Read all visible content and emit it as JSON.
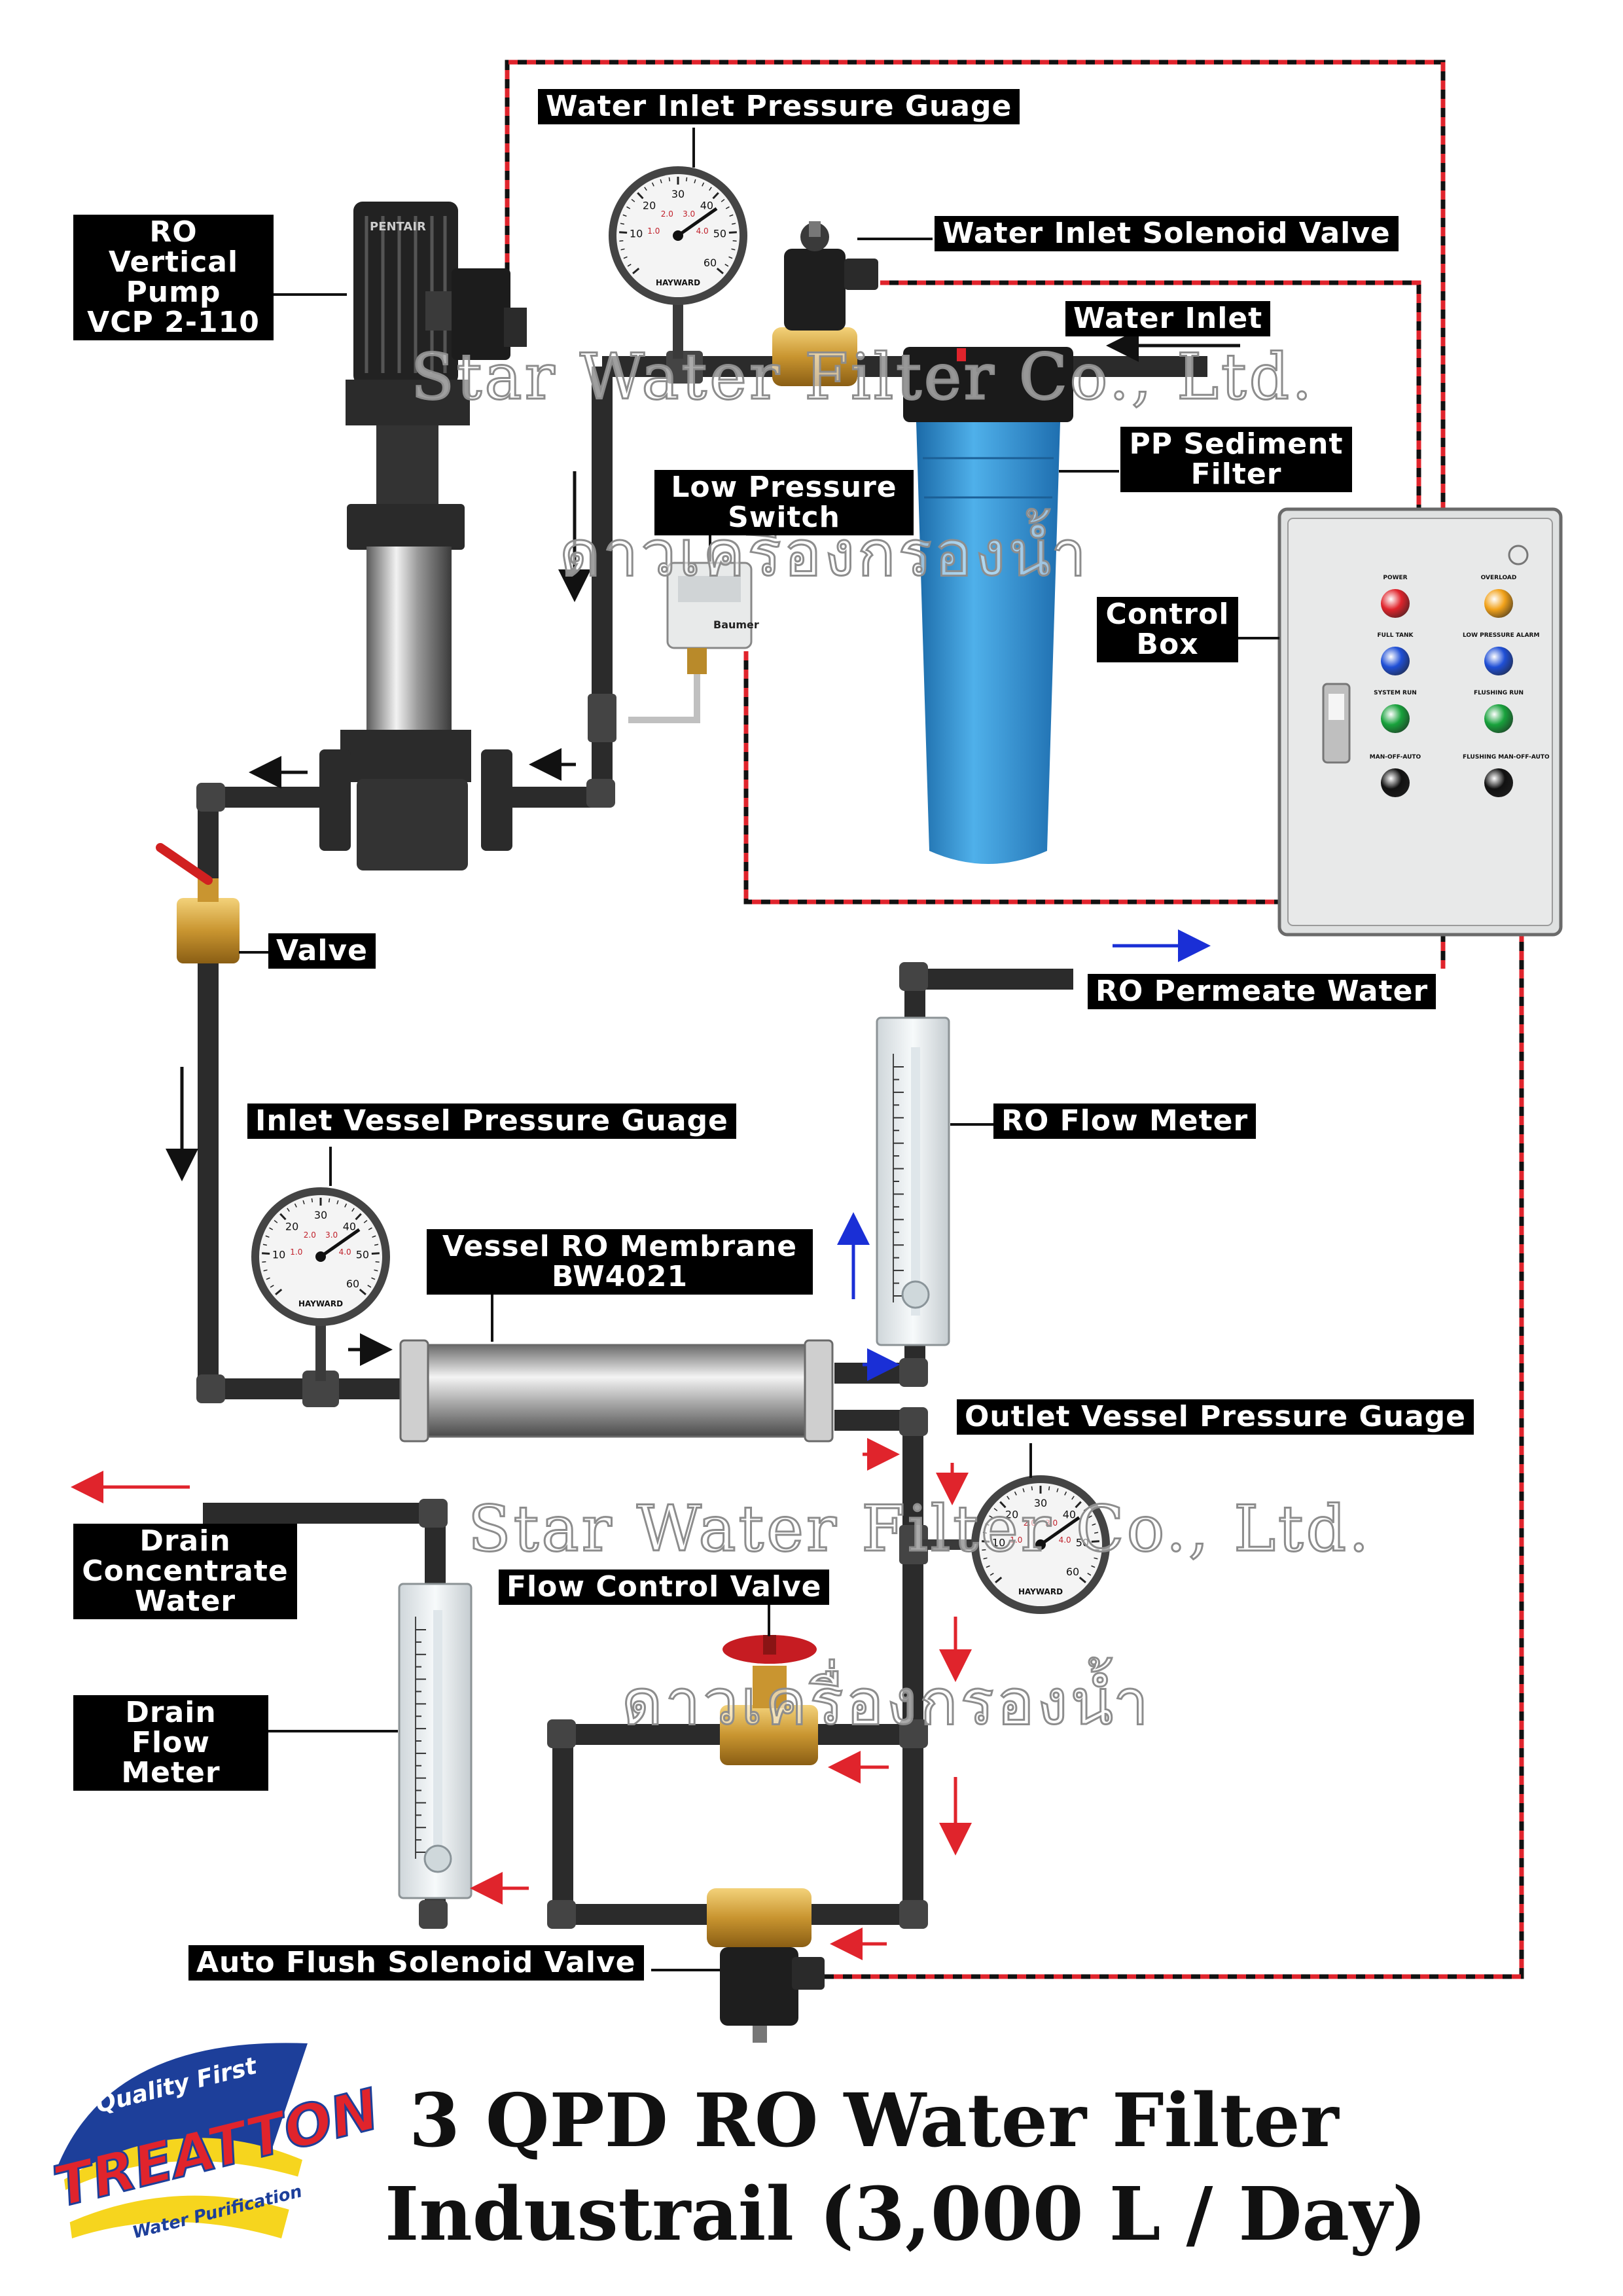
{
  "diagram": {
    "title_line1": "3 QPD RO Water Filter",
    "title_line2": "Industrail (3,000 L / Day)",
    "watermark_en": "Star Water Filter Co., Ltd.",
    "watermark_th": "ดาวเครื่องกรองน้ำ"
  },
  "labels": {
    "water_inlet_pressure_gauge": "Water Inlet Pressure Guage",
    "ro_vertical_pump": "RO Vertical\nPump\nVCP 2-110",
    "water_inlet_solenoid_valve": "Water Inlet Solenoid Valve",
    "water_inlet": "Water Inlet",
    "pp_sediment_filter": "PP Sediment\nFilter",
    "low_pressure_switch": "Low Pressure\nSwitch",
    "control_box": "Control\nBox",
    "valve": "Valve",
    "ro_permeate_water": "RO Permeate Water",
    "ro_flow_meter": "RO Flow Meter",
    "inlet_vessel_pressure_gauge": "Inlet Vessel Pressure Guage",
    "vessel_ro_membrane": "Vessel RO Membrane\nBW4021",
    "outlet_vessel_pressure_gauge": "Outlet Vessel Pressure Guage",
    "drain_concentrate_water": "Drain\nConcentrate\nWater",
    "flow_control_valve": "Flow Control Valve",
    "drain_flow_meter": "Drain Flow\nMeter",
    "auto_flush_solenoid_valve": "Auto Flush Solenoid Valve"
  },
  "control_box": {
    "indicators": [
      {
        "caption": "POWER",
        "color": "#e0242c"
      },
      {
        "caption": "OVERLOAD",
        "color": "#f2a21a"
      },
      {
        "caption": "FULL TANK",
        "color": "#1f4fd6"
      },
      {
        "caption": "LOW PRESSURE ALARM",
        "color": "#1f4fd6"
      },
      {
        "caption": "SYSTEM RUN",
        "color": "#18a23c"
      },
      {
        "caption": "FLUSHING RUN",
        "color": "#18a23c"
      },
      {
        "caption": "MAN-OFF-AUTO",
        "color": "#111111"
      },
      {
        "caption": "FLUSHING MAN-OFF-AUTO",
        "color": "#111111"
      }
    ]
  },
  "gauge": {
    "brand": "HAYWARD",
    "outer_scale": [
      "10",
      "20",
      "30",
      "40",
      "50",
      "60"
    ],
    "inner_scale": [
      "1.0",
      "2.0",
      "3.0",
      "4.0"
    ]
  },
  "pump_brand": "PENTAIR",
  "switch_brand": "Baumer",
  "logo": {
    "top": "Quality First",
    "main": "TREATTON",
    "bottom": "Water Purification"
  },
  "colors": {
    "wire_red": "#e0242c",
    "wire_black": "#111111",
    "pipe": "#2b2b2b",
    "filter_blue": "#2f8fd0",
    "arrow_blue": "#1a2fd6",
    "arrow_red": "#e0242c"
  }
}
